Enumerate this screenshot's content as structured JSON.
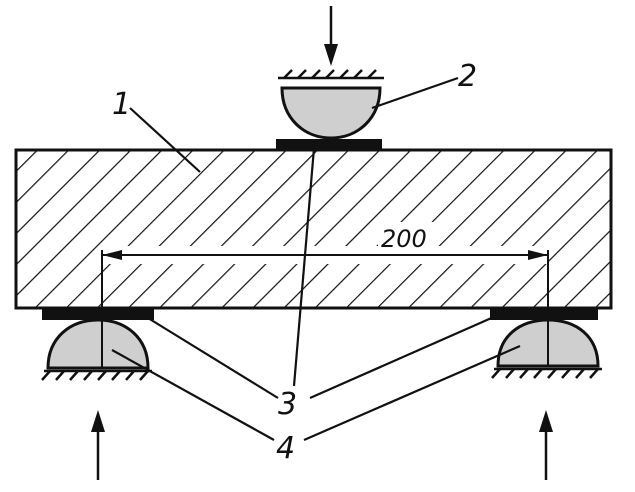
{
  "diagram": {
    "labels": {
      "beam": "1",
      "upper_support": "2",
      "pads": "3",
      "lower_supports": "4"
    },
    "dimension": "200"
  },
  "colors": {
    "ink": "#111111",
    "support_fill": "#cfcfcf",
    "background": "#ffffff"
  }
}
